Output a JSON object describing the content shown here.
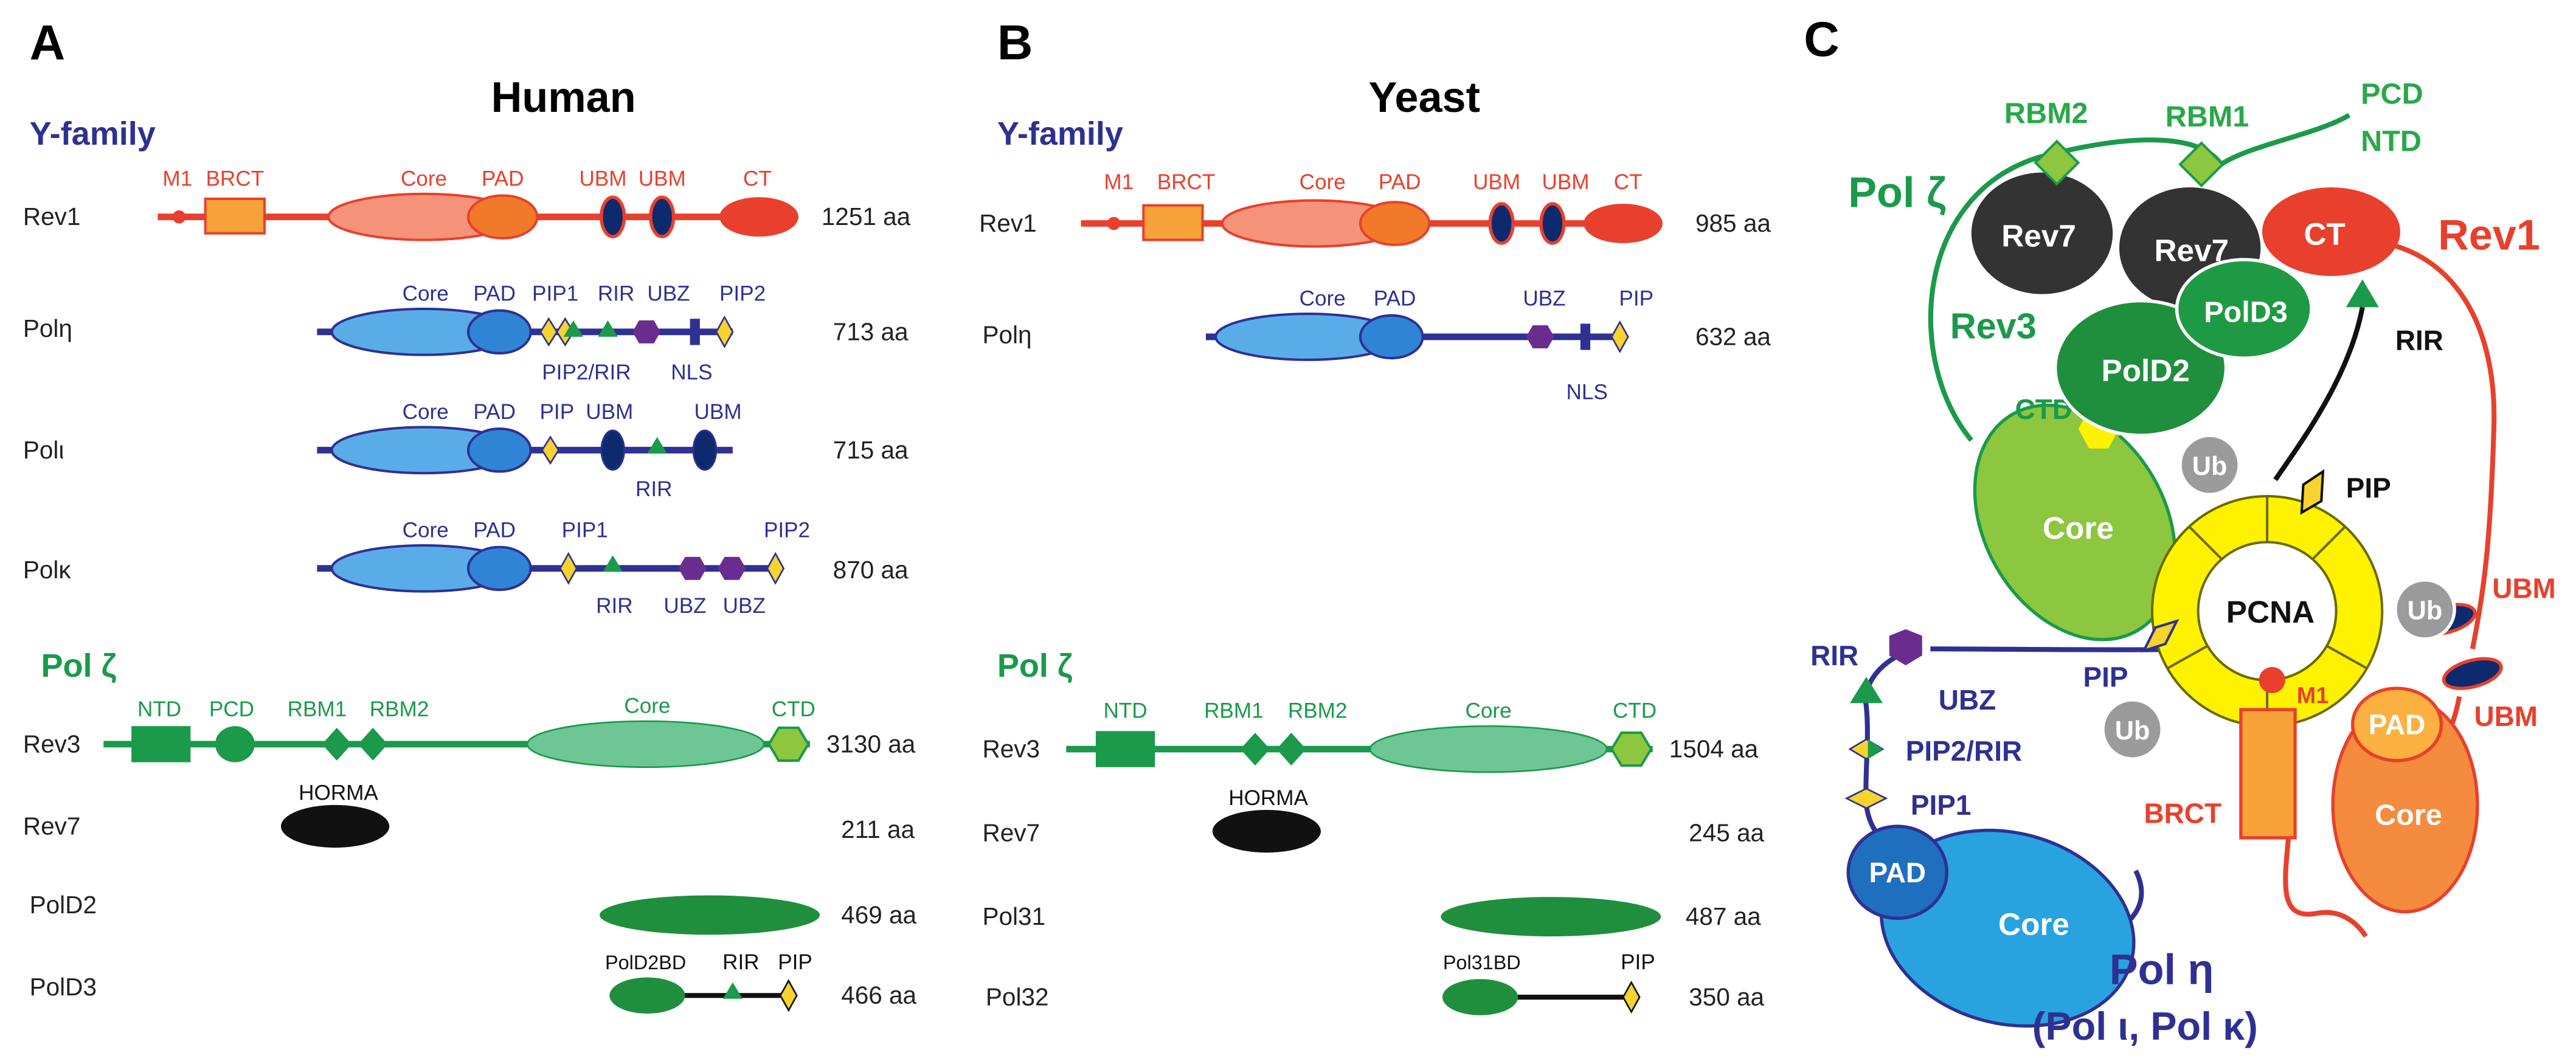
{
  "panels": {
    "a": {
      "letter": "A",
      "title": "Human"
    },
    "b": {
      "letter": "B",
      "title": "Yeast"
    },
    "c": {
      "letter": "C"
    }
  },
  "sections": {
    "yfamily": "Y-family",
    "polzeta": "Pol ζ"
  },
  "colors": {
    "rev1": "#e8402d",
    "rev1_core": "#f4937a",
    "rev1_pad": "#f07a2a",
    "brct": "#f8a23a",
    "ubm_dark": "#0e2a6e",
    "poly": "#2e3192",
    "poly_core": "#5aace8",
    "poly_pad": "#2f84d6",
    "purple": "#6a2d8f",
    "pip": "#f6d32d",
    "rir": "#1a9a4a",
    "green": "#1a9a4a",
    "green_label": "#2aa84a",
    "core_green": "#6ec694",
    "black": "#111111",
    "grey": "#9b9b9b",
    "pcna": "#fff200",
    "pold2": "#1f8f3e",
    "pold3": "#1f9a44",
    "rev7": "#333333",
    "rev3_core": "#8dc63f"
  },
  "domains": {
    "m1": "M1",
    "brct": "BRCT",
    "core": "Core",
    "pad": "PAD",
    "ubm": "UBM",
    "ct": "CT",
    "pip1": "PIP1",
    "pip": "PIP",
    "pip2": "PIP2",
    "rir": "RIR",
    "ubz": "UBZ",
    "pip2rir": "PIP2/RIR",
    "nls": "NLS",
    "ntd": "NTD",
    "pcd": "PCD",
    "rbm1": "RBM1",
    "rbm2": "RBM2",
    "ctd": "CTD",
    "horma": "HORMA",
    "pold2bd": "PolD2BD",
    "pol31bd": "Pol31BD"
  },
  "human": {
    "rev1": {
      "name": "Rev1",
      "length": "1251 aa"
    },
    "poleta": {
      "name": "Polη",
      "length": "713 aa"
    },
    "poliota": {
      "name": "Polι",
      "length": "715 aa"
    },
    "polkappa": {
      "name": "Polκ",
      "length": "870 aa"
    },
    "rev3": {
      "name": "Rev3",
      "length": "3130 aa"
    },
    "rev7": {
      "name": "Rev7",
      "length": "211 aa"
    },
    "pold2": {
      "name": "PolD2",
      "length": "469 aa"
    },
    "pold3": {
      "name": "PolD3",
      "length": "466 aa"
    }
  },
  "yeast": {
    "rev1": {
      "name": "Rev1",
      "length": "985 aa"
    },
    "poleta": {
      "name": "Polη",
      "length": "632 aa"
    },
    "rev3": {
      "name": "Rev3",
      "length": "1504 aa"
    },
    "rev7": {
      "name": "Rev7",
      "length": "245 aa"
    },
    "pol31": {
      "name": "Pol31",
      "length": "487 aa"
    },
    "pol32": {
      "name": "Pol32",
      "length": "350 aa"
    }
  },
  "model": {
    "pol_zeta": "Pol ζ",
    "rev3": "Rev3",
    "rev7": "Rev7",
    "pold2": "PolD2",
    "pold3": "PolD3",
    "pcd": "PCD",
    "ntd": "NTD",
    "rbm1": "RBM1",
    "rbm2": "RBM2",
    "ctd": "CTD",
    "core": "Core",
    "rev1": "Rev1",
    "ct": "CT",
    "rir": "RIR",
    "pip": "PIP",
    "ub": "Ub",
    "pcna": "PCNA",
    "ubm": "UBM",
    "m1": "M1",
    "brct": "BRCT",
    "pad": "PAD",
    "ubz": "UBZ",
    "pip2rir": "PIP2/RIR",
    "pip1": "PIP1",
    "pol_eta": "Pol η",
    "pol_eta_sub": "(Pol ι, Pol κ)"
  }
}
